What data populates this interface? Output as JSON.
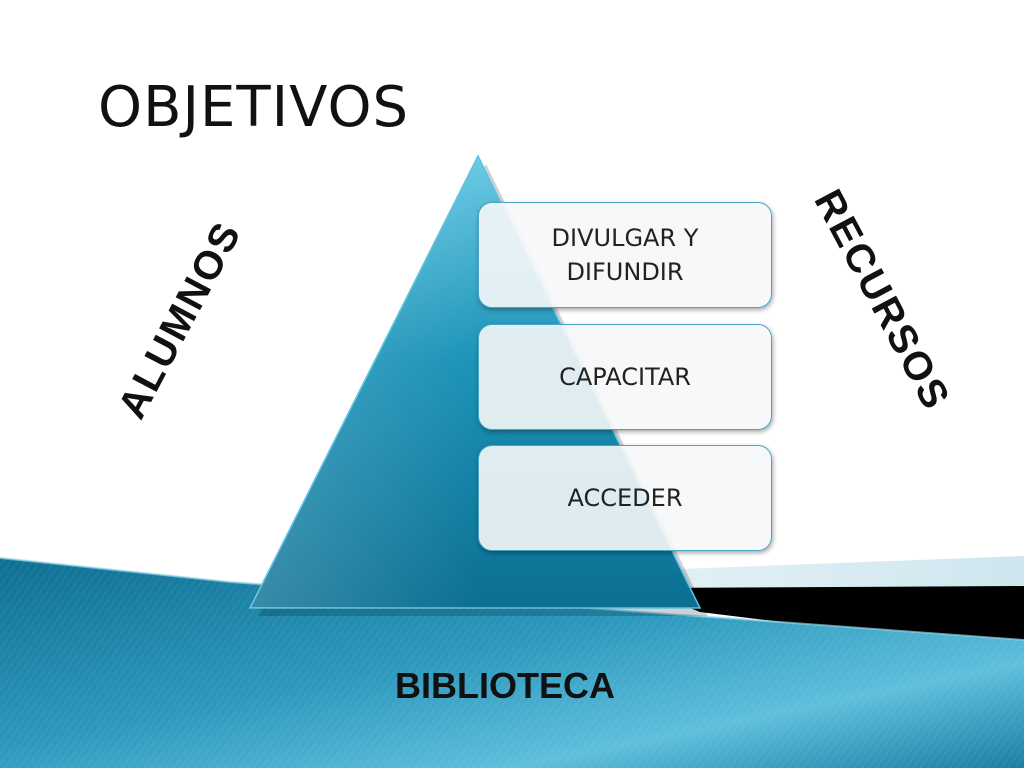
{
  "slide": {
    "title": "OBJETIVOS",
    "left_label": "ALUMNOS",
    "right_label": "RECURSOS",
    "base_label": "BIBLIOTECA",
    "steps": [
      {
        "label": "DIVULGAR Y DIFUNDIR"
      },
      {
        "label": "CAPACITAR"
      },
      {
        "label": "ACCEDER"
      }
    ]
  },
  "colors": {
    "pyramid_top": "#6ccae4",
    "pyramid_bottom": "#0b6f92",
    "base_wave": "#1f86aa",
    "base_dark": "#000000",
    "box_border": "#4aa4c2"
  }
}
